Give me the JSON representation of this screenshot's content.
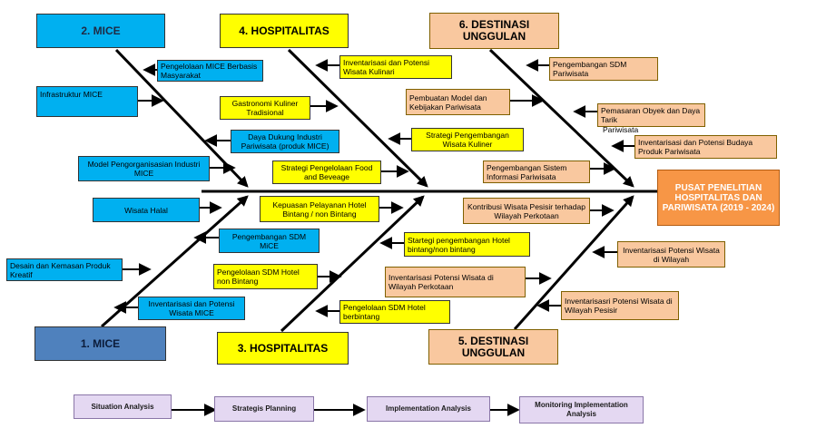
{
  "headers": {
    "mice_top": "2. MICE",
    "hosp_top": "4. HOSPITALITAS",
    "dest_top": "6. DESTINASI UNGGULAN",
    "mice_bottom": "1. MICE",
    "hosp_bottom": "3. HOSPITALITAS",
    "dest_bottom": "5. DESTINASI UNGGULAN"
  },
  "target": "PUSAT PENELITIAN HOSPITALITAS DAN PARIWISATA (2019 - 2024)",
  "mice_top_items": [
    "Pengelolaan MICE Berbasis Masyarakat",
    "Infrastruktur MICE",
    "Daya Dukung Industri Pariwisata (produk MICE)",
    "Model Pengorganisasian Industri MICE"
  ],
  "hosp_top_items": [
    "Inventarisasi dan Potensi Wisata Kulinari",
    "Gastronomi Kuliner Tradisional",
    "Strategi Pengembangan Wisata Kuliner",
    "Strategi Pengelolaan Food and Beveage"
  ],
  "dest_top_items": [
    "Pengembangan SDM Pariwisata",
    "Pembuatan Model dan Kebijakan Pariwisata",
    "Pemasaran Obyek dan Daya Tarik",
    "Pariwisata",
    "Inventarisasi dan Potensi Budaya Produk Pariwisata",
    "Pengembangan Sistem Informasi Pariwisata"
  ],
  "mice_bottom_items": [
    "Wisata Halal",
    "Pengembangan SDM MiCE",
    "Desain dan Kemasan Produk Kreatif",
    "Inventarisasi dan Potensi Wisata MICE"
  ],
  "hosp_bottom_items": [
    "Kepuasan Pelayanan Hotel Bintang / non Bintang",
    "Startegi pengembangan Hotel bintang/non bintang",
    "Pengelolaan SDM Hotel non Bintang",
    "Pengelolaan SDM Hotel berbintang"
  ],
  "dest_bottom_items": [
    "Kontribusi Wisata Pesisir terhadap Wilayah Perkotaan",
    "Inventarisasi Potensi Wisata di Wilayah",
    "Inventarisasi Potensi Wisata di Wilayah Perkotaan",
    "Inventarisasri Potensi Wisata di Wilayah Pesisir"
  ],
  "flow": [
    "Situation Analysis",
    "Strategis Planning",
    "Implementation Analysis",
    "Monitoring Implementation Analysis"
  ],
  "colors": {
    "mice": "#00b0f0",
    "mice_dark": "#4f81bd",
    "hospitalitas": "#ffff00",
    "destinasi": "#f9c89f",
    "target": "#f79646",
    "flow": "#e4d8f2"
  }
}
